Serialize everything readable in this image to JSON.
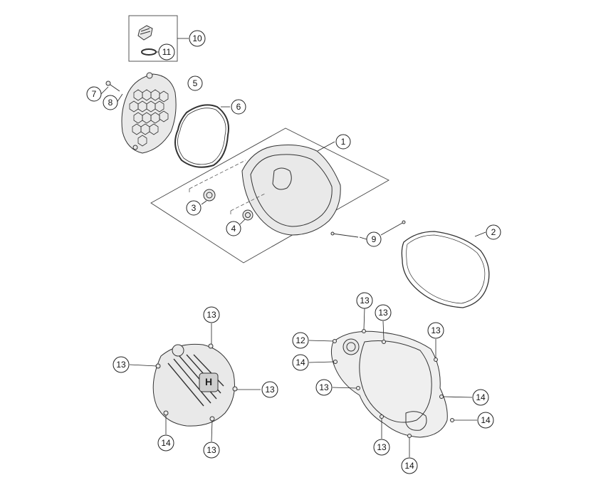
{
  "callouts": {
    "c1": "1",
    "c2": "2",
    "c3": "3",
    "c4": "4",
    "c5": "5",
    "c6": "6",
    "c7": "7",
    "c8": "8",
    "c9": "9",
    "c10": "10",
    "c11": "11",
    "c12": "12",
    "c13": "13",
    "c14": "14"
  },
  "colors": {
    "line": "#333333",
    "part_fill": "#e9e9e9",
    "background": "#ffffff"
  }
}
